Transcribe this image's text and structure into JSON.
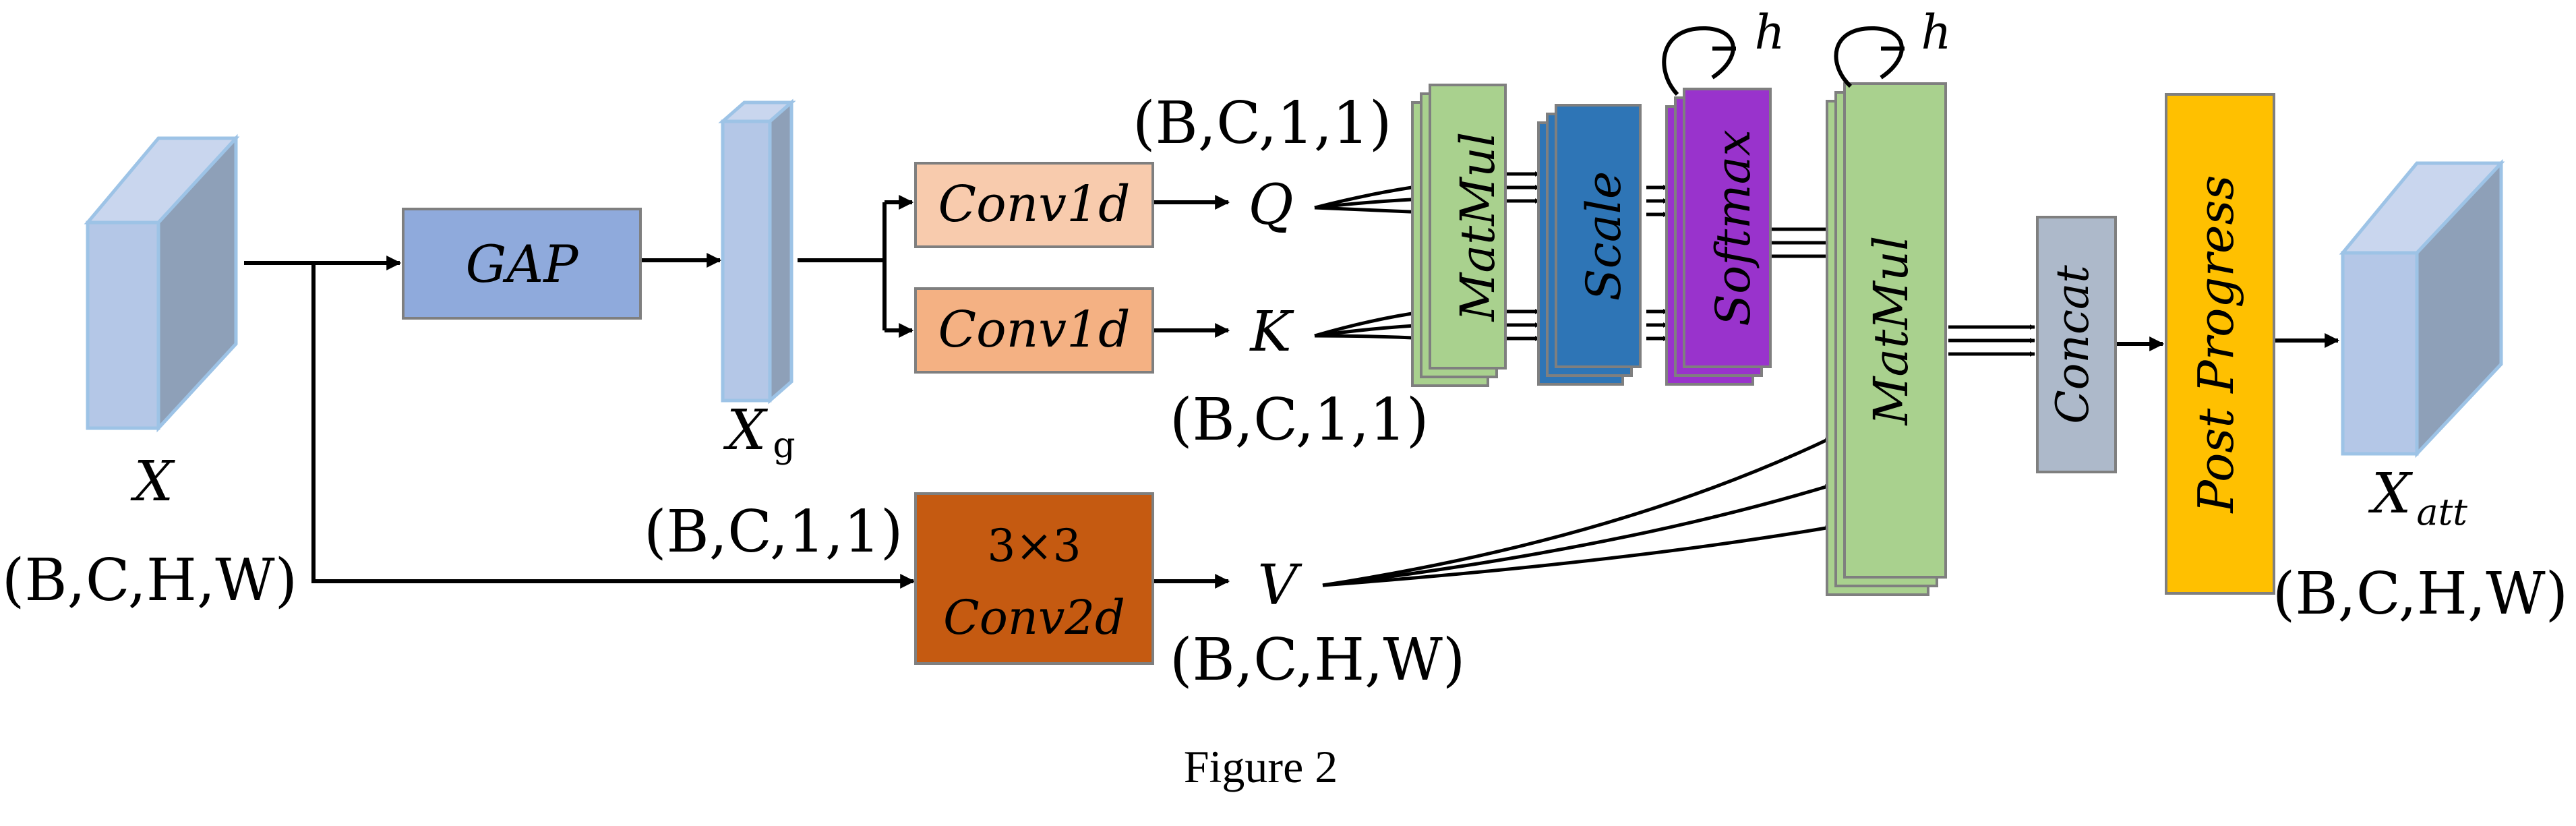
{
  "input": {
    "name": "X",
    "shape": "(B,C,H,W)"
  },
  "gap": {
    "label": "GAP"
  },
  "pooled": {
    "name": "X",
    "subscript": "g"
  },
  "conv_q": {
    "label": "Conv1d"
  },
  "conv_k": {
    "label": "Conv1d"
  },
  "conv_v": {
    "line1": "3×3",
    "line2": "Conv2d"
  },
  "q": {
    "name": "Q",
    "shape": "(B,C,1,1)"
  },
  "k": {
    "name": "K",
    "shape": "(B,C,1,1)"
  },
  "v": {
    "name": "V",
    "shape": "(B,C,H,W)"
  },
  "v_branch": {
    "shape": "(B,C,1,1)"
  },
  "matmul1": {
    "label": "MatMul"
  },
  "scale": {
    "label": "Scale"
  },
  "softmax": {
    "label": "Softmax",
    "heads": "h"
  },
  "matmul2": {
    "label": "MatMul",
    "heads": "h"
  },
  "concat": {
    "label": "Concat"
  },
  "post": {
    "label": "Post Progress"
  },
  "output": {
    "name": "X",
    "subscript": "att",
    "shape": "(B,C,H,W)"
  },
  "caption": "Figure 2",
  "colors": {
    "cube_front": "#b4c7e7",
    "cube_side": "#8ea0b8",
    "cube_top": "#c9d6ee",
    "cube_edge": "#9dc3e6",
    "gap": "#8faadc",
    "conv_q": "#f8cbad",
    "conv_k": "#f4b183",
    "conv_v": "#c55a11",
    "matmul": "#a9d18e",
    "scale": "#2e75b6",
    "softmax": "#9933cc",
    "concat": "#adb9ca",
    "post": "#ffc000"
  }
}
